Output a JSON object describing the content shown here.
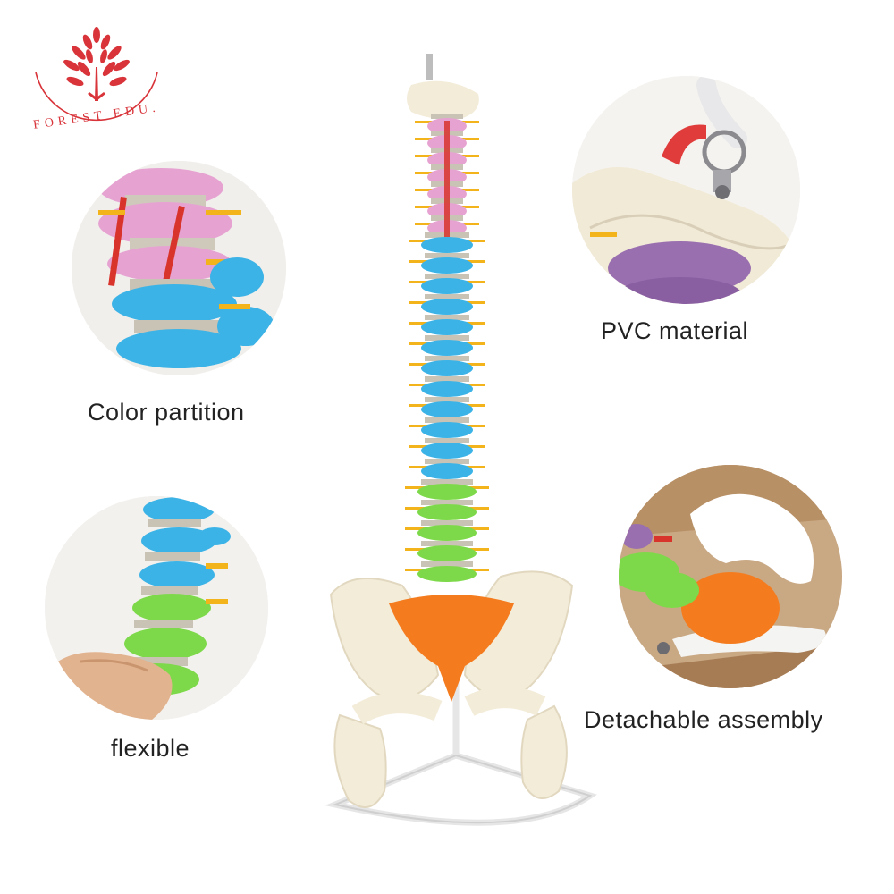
{
  "brand": {
    "name": "FOREST EDU.",
    "color": "#d8343a"
  },
  "features": [
    {
      "label": "Color partition"
    },
    {
      "label": "PVC material"
    },
    {
      "label": "flexible"
    },
    {
      "label": "Detachable assembly"
    }
  ],
  "colors": {
    "cervical": "#e6a3d2",
    "thoracic": "#3cb3e6",
    "lumbar": "#7ed94a",
    "sacrum": "#f57c1e",
    "bone": "#f3ecd9",
    "nerve": "#f2b31b",
    "artery": "#d8342b",
    "disc": "#c9c3b5"
  }
}
